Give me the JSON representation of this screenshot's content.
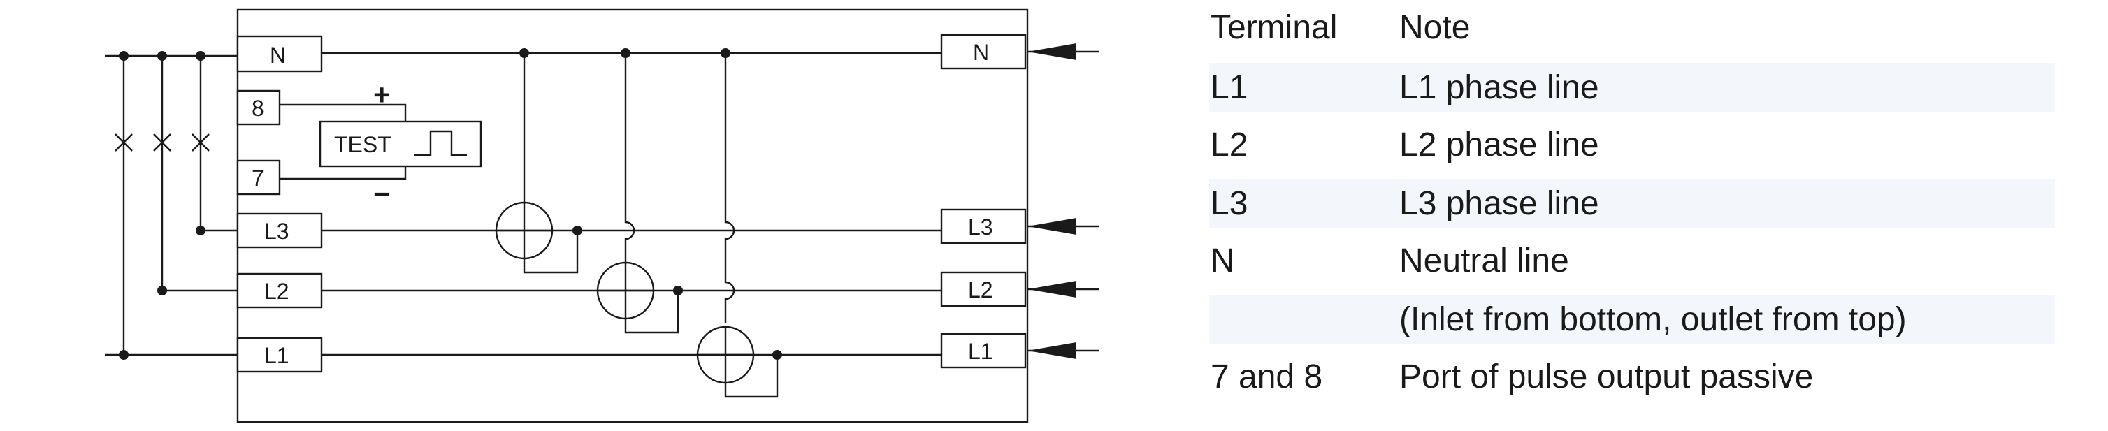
{
  "terminals": {
    "left": {
      "n": "N",
      "pulse8": "8",
      "pulse7": "7",
      "l3": "L3",
      "l2": "L2",
      "l1": "L1"
    },
    "right": {
      "n": "N",
      "l3": "L3",
      "l2": "L2",
      "l1": "L1"
    },
    "test_label": "TEST",
    "plus": "+",
    "minus": "−"
  },
  "legend": {
    "header": {
      "terminal": "Terminal",
      "note": "Note"
    },
    "rows": [
      {
        "terminal": "L1",
        "note": "L1 phase line"
      },
      {
        "terminal": "L2",
        "note": "L2 phase line"
      },
      {
        "terminal": "L3",
        "note": "L3 phase line"
      },
      {
        "terminal": "N",
        "note": "Neutral line"
      },
      {
        "terminal": "",
        "note": "(Inlet from bottom, outlet from top)"
      },
      {
        "terminal": "7 and 8",
        "note": "Port of pulse output passive"
      }
    ]
  },
  "colors": {
    "ink": "#1a1a1a",
    "band": "#f3f6fa",
    "background": "#ffffff"
  }
}
